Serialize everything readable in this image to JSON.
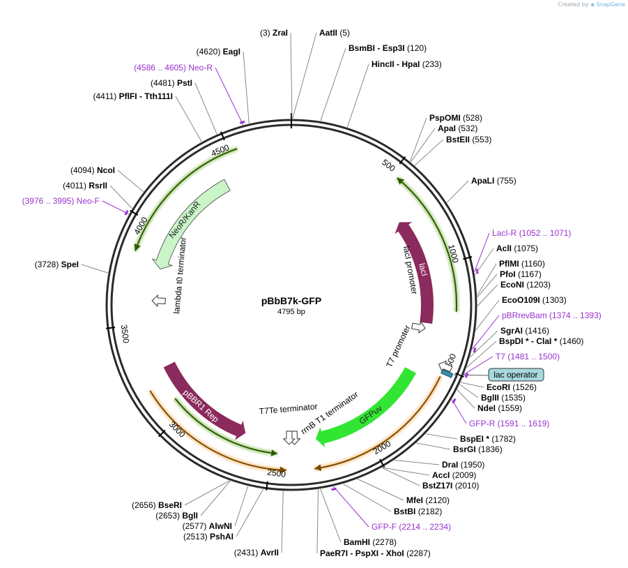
{
  "branding": {
    "created_by": "Created by",
    "app": "SnapGene",
    "icon": "snapgene-logo-icon"
  },
  "plasmid": {
    "name": "pBbB7k-GFP",
    "length_bp": 4795,
    "length_label": "4795 bp"
  },
  "colors": {
    "backbone": "#2a2a2a",
    "lacI": "#8b2a5c",
    "GFPuv": "#33e533",
    "NeoR_KanR": "#c9f5c9",
    "pBBR1_Rep": "#8b2a5c",
    "primer": "#9932cc",
    "orange_arc": "#f4a340",
    "green_arc": "#6bab2a",
    "lac_operator": "#a7d8de"
  },
  "tick_labels": [
    "500",
    "1000",
    "1500",
    "2000",
    "2500",
    "3000",
    "3500",
    "4000",
    "4500"
  ],
  "features": [
    {
      "name": "lacI",
      "type": "cds",
      "start": 700,
      "end": 1300,
      "dir": "ccw"
    },
    {
      "name": "GFPuv",
      "type": "cds",
      "start": 1580,
      "end": 2260,
      "dir": "cw"
    },
    {
      "name": "NeoR/KanR",
      "type": "cds",
      "start": 3800,
      "end": 4420,
      "dir": "ccw"
    },
    {
      "name": "pBBR1 Rep",
      "type": "cds",
      "start": 2660,
      "end": 3250,
      "dir": "ccw"
    }
  ],
  "text_features": [
    {
      "name": "lacI promoter"
    },
    {
      "name": "T7 promoter"
    },
    {
      "name": "T7Te terminator"
    },
    {
      "name": "rrnB T1 terminator"
    },
    {
      "name": "lambda t0 terminator"
    }
  ],
  "lac_operator": {
    "label": "lac operator"
  },
  "sites": [
    {
      "name": "ZraI",
      "pos": 3,
      "pos_label": "(3)"
    },
    {
      "name": "AatII",
      "pos": 5,
      "pos_label": "(5)"
    },
    {
      "name": "BsmBI",
      "alt": "Esp3I",
      "pos": 120,
      "pos_label": "(120)"
    },
    {
      "name": "HincII",
      "alt": "HpaI",
      "pos": 233,
      "pos_label": "(233)"
    },
    {
      "name": "PspOMI",
      "pos": 528,
      "pos_label": "(528)"
    },
    {
      "name": "ApaI",
      "pos": 532,
      "pos_label": "(532)"
    },
    {
      "name": "BstEII",
      "pos": 553,
      "pos_label": "(553)"
    },
    {
      "name": "ApaLI",
      "pos": 755,
      "pos_label": "(755)"
    },
    {
      "name": "LacI-R",
      "primer": true,
      "pos": 1062,
      "pos_label": "(1052 .. 1071)"
    },
    {
      "name": "AclI",
      "pos": 1075,
      "pos_label": "(1075)"
    },
    {
      "name": "PflMI",
      "pos": 1160,
      "pos_label": "(1160)"
    },
    {
      "name": "PfoI",
      "pos": 1167,
      "pos_label": "(1167)"
    },
    {
      "name": "EcoNI",
      "pos": 1203,
      "pos_label": "(1203)"
    },
    {
      "name": "EcoO109I",
      "pos": 1303,
      "pos_label": "(1303)"
    },
    {
      "name": "pBRrevBam",
      "primer": true,
      "pos": 1383,
      "pos_label": "(1374 .. 1393)"
    },
    {
      "name": "SgrAI",
      "pos": 1416,
      "pos_label": "(1416)"
    },
    {
      "name": "BspDI *",
      "alt": "ClaI *",
      "pos": 1460,
      "pos_label": "(1460)"
    },
    {
      "name": "T7",
      "primer": true,
      "pos": 1490,
      "pos_label": "(1481 .. 1500)"
    },
    {
      "name": "EcoRI",
      "pos": 1526,
      "pos_label": "(1526)"
    },
    {
      "name": "BglII",
      "pos": 1535,
      "pos_label": "(1535)"
    },
    {
      "name": "NdeI",
      "pos": 1559,
      "pos_label": "(1559)"
    },
    {
      "name": "GFP-R",
      "primer": true,
      "pos": 1605,
      "pos_label": "(1591 .. 1619)"
    },
    {
      "name": "BspEI *",
      "pos": 1782,
      "pos_label": "(1782)"
    },
    {
      "name": "BsrGI",
      "pos": 1836,
      "pos_label": "(1836)"
    },
    {
      "name": "DraI",
      "pos": 1950,
      "pos_label": "(1950)"
    },
    {
      "name": "AccI",
      "pos": 2009,
      "pos_label": "(2009)"
    },
    {
      "name": "BstZ17I",
      "pos": 2010,
      "pos_label": "(2010)"
    },
    {
      "name": "MfeI",
      "pos": 2120,
      "pos_label": "(2120)"
    },
    {
      "name": "BstBI",
      "pos": 2182,
      "pos_label": "(2182)"
    },
    {
      "name": "GFP-F",
      "primer": true,
      "pos": 2224,
      "pos_label": "(2214 .. 2234)"
    },
    {
      "name": "BamHI",
      "pos": 2278,
      "pos_label": "(2278)"
    },
    {
      "name": "PaeR7I",
      "alt": "PspXI",
      "alt2": "XhoI",
      "pos": 2287,
      "pos_label": "(2287)"
    },
    {
      "name": "AvrII",
      "pos": 2431,
      "pos_label": "(2431)"
    },
    {
      "name": "PshAI",
      "pos": 2513,
      "pos_label": "(2513)"
    },
    {
      "name": "AlwNI",
      "pos": 2577,
      "pos_label": "(2577)"
    },
    {
      "name": "BglI",
      "pos": 2653,
      "pos_label": "(2653)"
    },
    {
      "name": "BseRI",
      "pos": 2656,
      "pos_label": "(2656)"
    },
    {
      "name": "SpeI",
      "pos": 3728,
      "pos_label": "(3728)"
    },
    {
      "name": "Neo-F",
      "primer": true,
      "pos": 3985,
      "pos_label": "(3976 .. 3995)"
    },
    {
      "name": "RsrII",
      "pos": 4011,
      "pos_label": "(4011)"
    },
    {
      "name": "NcoI",
      "pos": 4094,
      "pos_label": "(4094)"
    },
    {
      "name": "PflFI",
      "alt": "Tth111I",
      "pos": 4411,
      "pos_label": "(4411)"
    },
    {
      "name": "PstI",
      "pos": 4481,
      "pos_label": "(4481)"
    },
    {
      "name": "Neo-R",
      "primer": true,
      "pos": 4595,
      "pos_label": "(4586 .. 4605)"
    },
    {
      "name": "EagI",
      "pos": 4620,
      "pos_label": "(4620)"
    }
  ]
}
